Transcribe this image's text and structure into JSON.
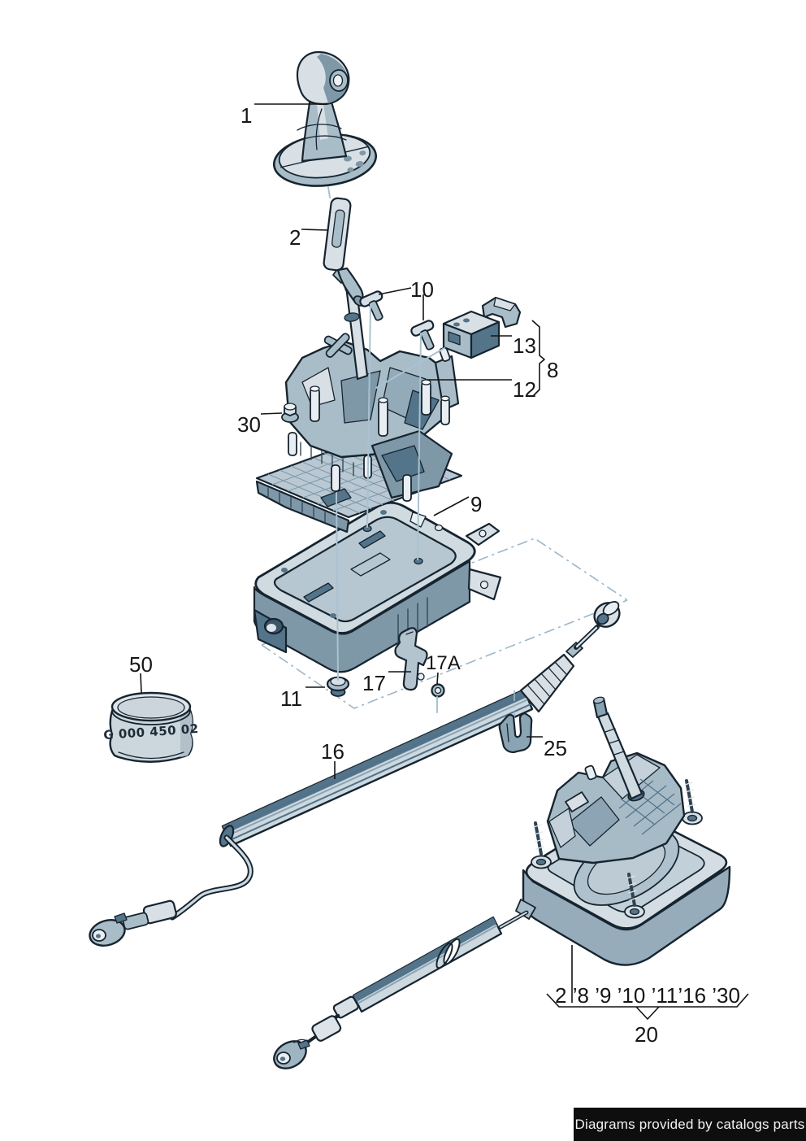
{
  "callouts": {
    "c1": "1",
    "c2": "2",
    "c8": "8",
    "c9": "9",
    "c10": "10",
    "c11": "11",
    "c12": "12",
    "c13": "13",
    "c16": "16",
    "c17": "17",
    "c17a": "17A",
    "c20": "20",
    "c25": "25",
    "c30": "30",
    "c50": "50"
  },
  "notes": {
    "assembly_group_refs": "2 ’8 ’9 ’10 ’11’16 ’30",
    "canister_code": "G 000 450 02"
  },
  "footer": {
    "text": "Diagrams provided by catalogs parts"
  },
  "colors": {
    "background": "#ffffff",
    "outline": "#16242f",
    "part_light": "#d8e0e6",
    "part_mid": "#a9bdc9",
    "part_dark": "#7e98a8",
    "part_deep": "#54748a",
    "guide_line": "#a9c2d2",
    "construction_line": "#9db6c8",
    "label_text": "#161616",
    "footer_bg": "#0e0e0e",
    "footer_text": "#f2f2f2"
  }
}
